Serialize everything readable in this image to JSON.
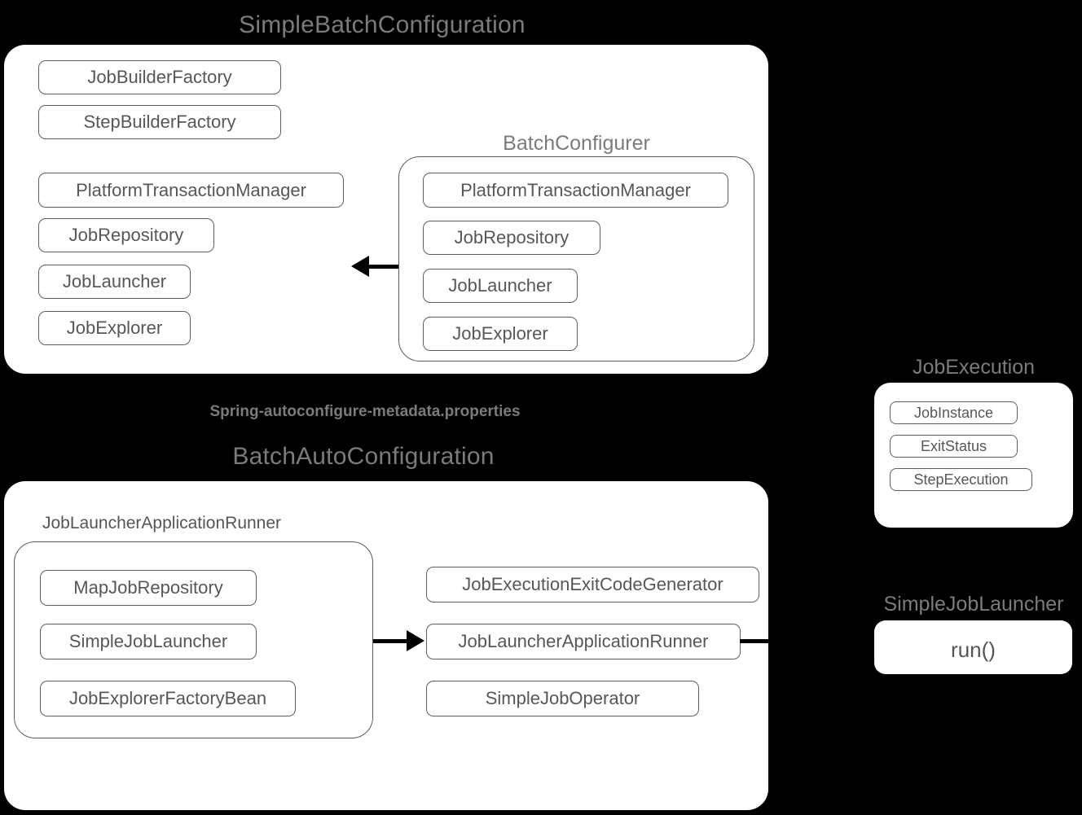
{
  "diagram": {
    "title_top": "SimpleBatchConfiguration",
    "note_metadata": "Spring-autoconfigure-metadata.properties",
    "title_bottom": "BatchAutoConfiguration",
    "background_color": "#000000",
    "panel_color": "#ffffff",
    "caption_color": "#7b7b7b",
    "chip_text_color": "#575757",
    "chip_border_color": "#5f5f5f"
  },
  "simple_batch_configuration": {
    "title": "SimpleBatchConfiguration",
    "left_column": [
      {
        "label": "JobBuilderFactory"
      },
      {
        "label": "StepBuilderFactory"
      },
      {
        "label": "PlatformTransactionManager"
      },
      {
        "label": "JobRepository"
      },
      {
        "label": "JobLauncher"
      },
      {
        "label": "JobExplorer"
      }
    ],
    "batch_configurer": {
      "title": "BatchConfigurer",
      "items": [
        {
          "label": "PlatformTransactionManager"
        },
        {
          "label": "JobRepository"
        },
        {
          "label": "JobLauncher"
        },
        {
          "label": "JobExplorer"
        }
      ]
    }
  },
  "batch_auto_configuration": {
    "note": "Spring-autoconfigure-metadata.properties",
    "title": "BatchAutoConfiguration",
    "runner_group": {
      "label": "JobLauncherApplicationRunner",
      "items": [
        {
          "label": "MapJobRepository"
        },
        {
          "label": "SimpleJobLauncher"
        },
        {
          "label": "JobExplorerFactoryBean"
        }
      ]
    },
    "right_items": [
      {
        "label": "JobExecutionExitCodeGenerator"
      },
      {
        "label": "JobLauncherApplicationRunner"
      },
      {
        "label": "SimpleJobOperator"
      }
    ]
  },
  "job_execution": {
    "title": "JobExecution",
    "items": [
      {
        "label": "JobInstance"
      },
      {
        "label": "ExitStatus"
      },
      {
        "label": "StepExecution"
      }
    ]
  },
  "simple_job_launcher": {
    "title": "SimpleJobLauncher",
    "items": [
      {
        "label": "run()"
      }
    ]
  }
}
